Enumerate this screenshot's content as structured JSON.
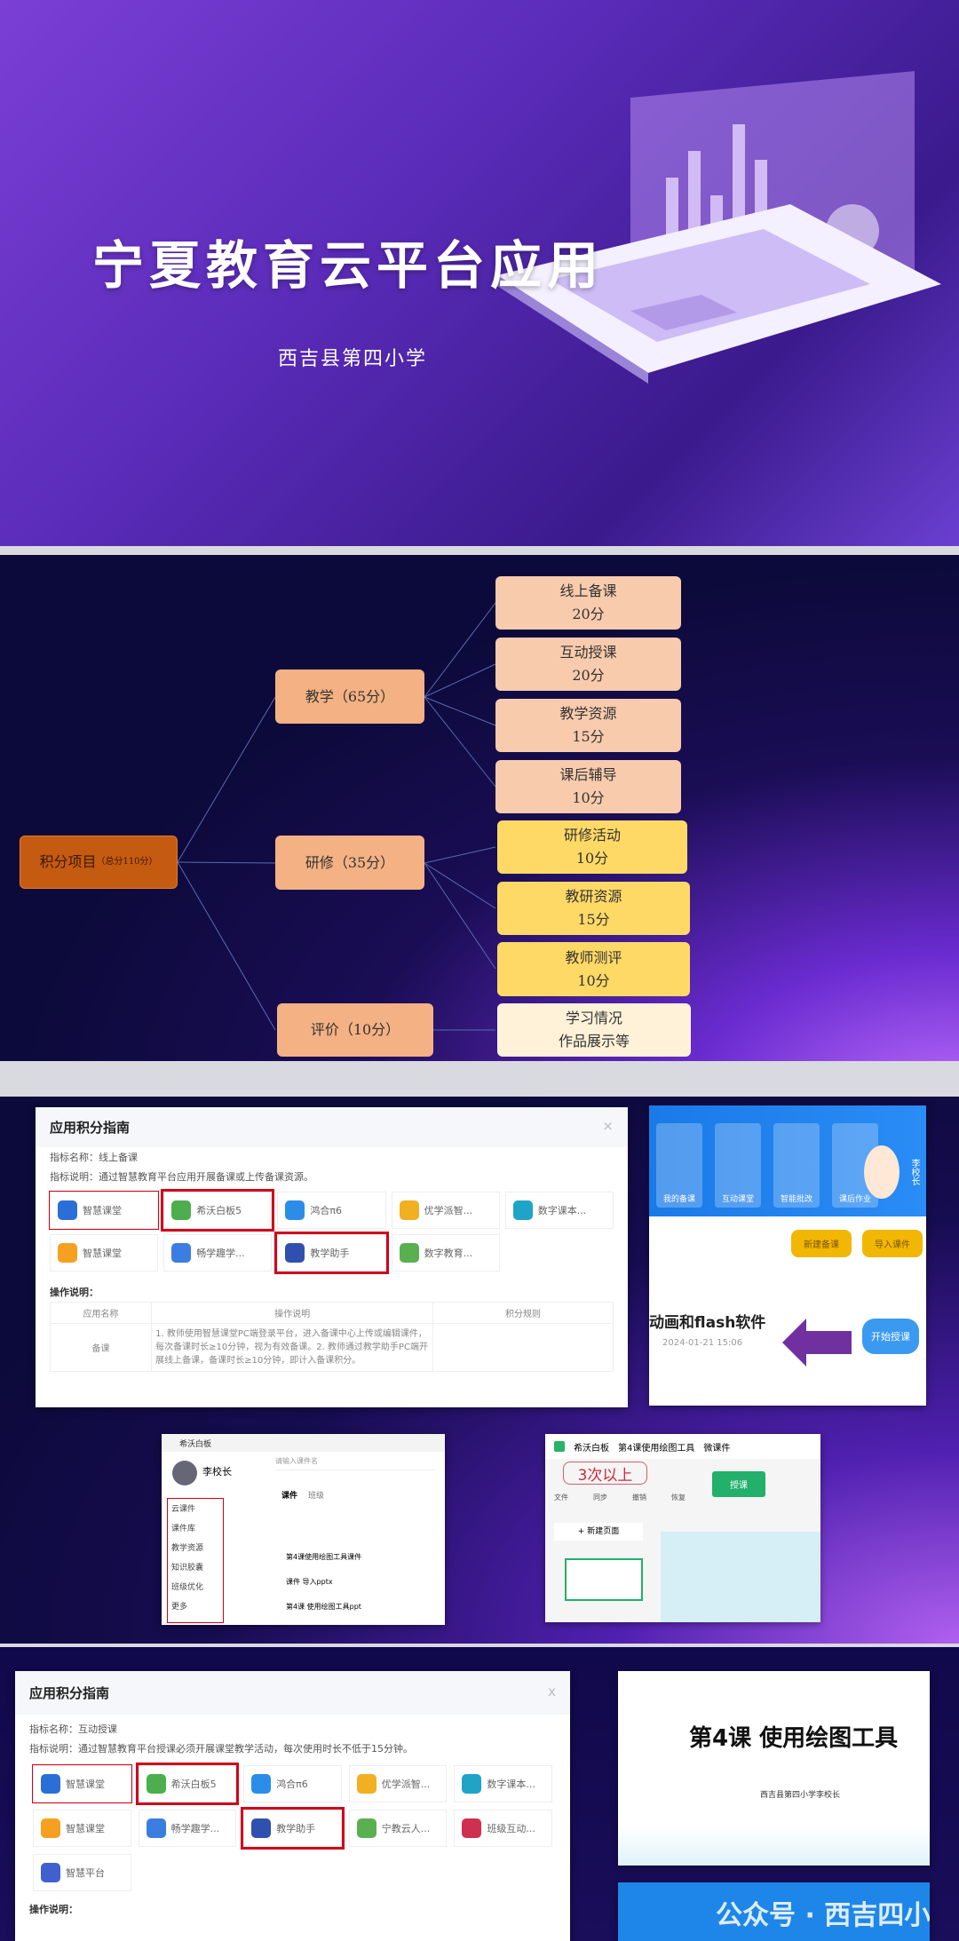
{
  "slide1": {
    "title": "宁夏教育云平台应用",
    "subtitle": "西吉县第四小学"
  },
  "slide2": {
    "root": {
      "label": "积分项目",
      "note": "（总分110分）"
    },
    "groups": [
      {
        "label": "教学（65分）",
        "items": [
          {
            "name": "线上备课",
            "score": "20分"
          },
          {
            "name": "互动授课",
            "score": "20分"
          },
          {
            "name": "教学资源",
            "score": "15分"
          },
          {
            "name": "课后辅导",
            "score": "10分"
          }
        ]
      },
      {
        "label": "研修（35分）",
        "items": [
          {
            "name": "研修活动",
            "score": "10分"
          },
          {
            "name": "教研资源",
            "score": "15分"
          },
          {
            "name": "教师测评",
            "score": "10分"
          }
        ]
      },
      {
        "label": "评价（10分）",
        "items": [
          {
            "name": "学习情况",
            "score": "作品展示等"
          }
        ]
      }
    ]
  },
  "slide3": {
    "dialog": {
      "title": "应用积分指南",
      "close": "×",
      "indicator": "指标名称：线上备课",
      "desc": "指标说明：通过智慧教育平台应用开展备课或上传备课资源。",
      "apps": [
        "智慧课堂",
        "希沃白板5",
        "鸿合π6",
        "优学派智...",
        "数字课本...",
        "智慧课堂",
        "畅学趣学...",
        "教学助手",
        "数字教育..."
      ],
      "ops_label": "操作说明：",
      "headers": [
        "应用名称",
        "操作说明",
        "积分规则"
      ],
      "row_name": "备课",
      "row_text": "1. 教师使用智慧课堂PC端登录平台，进入备课中心上传或编辑课件，每次备课时长≥10分钟，视为有效备课。2. 教师通过教学助手PC端开展线上备课，备课时长≥10分钟，即计入备课积分。"
    },
    "client": {
      "tabs": [
        "我的备课",
        "互动课堂",
        "智能批改",
        "课后作业"
      ],
      "user": "李校长",
      "btn1": "新建备课",
      "btn2": "导入课件",
      "item": "动画和flash软件",
      "date": "2024-01-21 15:06",
      "start": "开始授课"
    },
    "shot_left": {
      "app": "希沃白板",
      "user": "李校长",
      "menu": [
        "云课件",
        "课件库",
        "教学资源",
        "知识胶囊",
        "班级优化",
        "更多"
      ],
      "search": "请输入课件名",
      "tabs": [
        "课件",
        "班级"
      ],
      "files": [
        "第4课使用绘图工具课件",
        "课件 导入pptx",
        "第4课 使用绘图工具ppt"
      ]
    },
    "shot_right": {
      "app": "希沃白板",
      "doc": "第4课使用绘图工具",
      "font": "微课件",
      "annot": "3次以上",
      "tools": [
        "文件",
        "同步",
        "撤销",
        "恢复"
      ],
      "teach": "授课",
      "new_page": "+ 新建页面"
    }
  },
  "slide4": {
    "dialog": {
      "title": "应用积分指南",
      "close": "x",
      "indicator": "指标名称：互动授课",
      "desc": "指标说明：通过智慧教育平台授课必须开展课堂教学活动，每次使用时长不低于15分钟。",
      "apps": [
        "智慧课堂",
        "希沃白板5",
        "鸿合π6",
        "优学派智...",
        "数字课本...",
        "智慧课堂",
        "畅学趣学...",
        "教学助手",
        "宁教云人...",
        "班级互动...",
        "智慧平台"
      ],
      "ops_label": "操作说明："
    },
    "preview": {
      "title": "第4课  使用绘图工具",
      "author": "西吉县第四小学李校长"
    },
    "watermark": "公众号 · 西吉四小"
  }
}
